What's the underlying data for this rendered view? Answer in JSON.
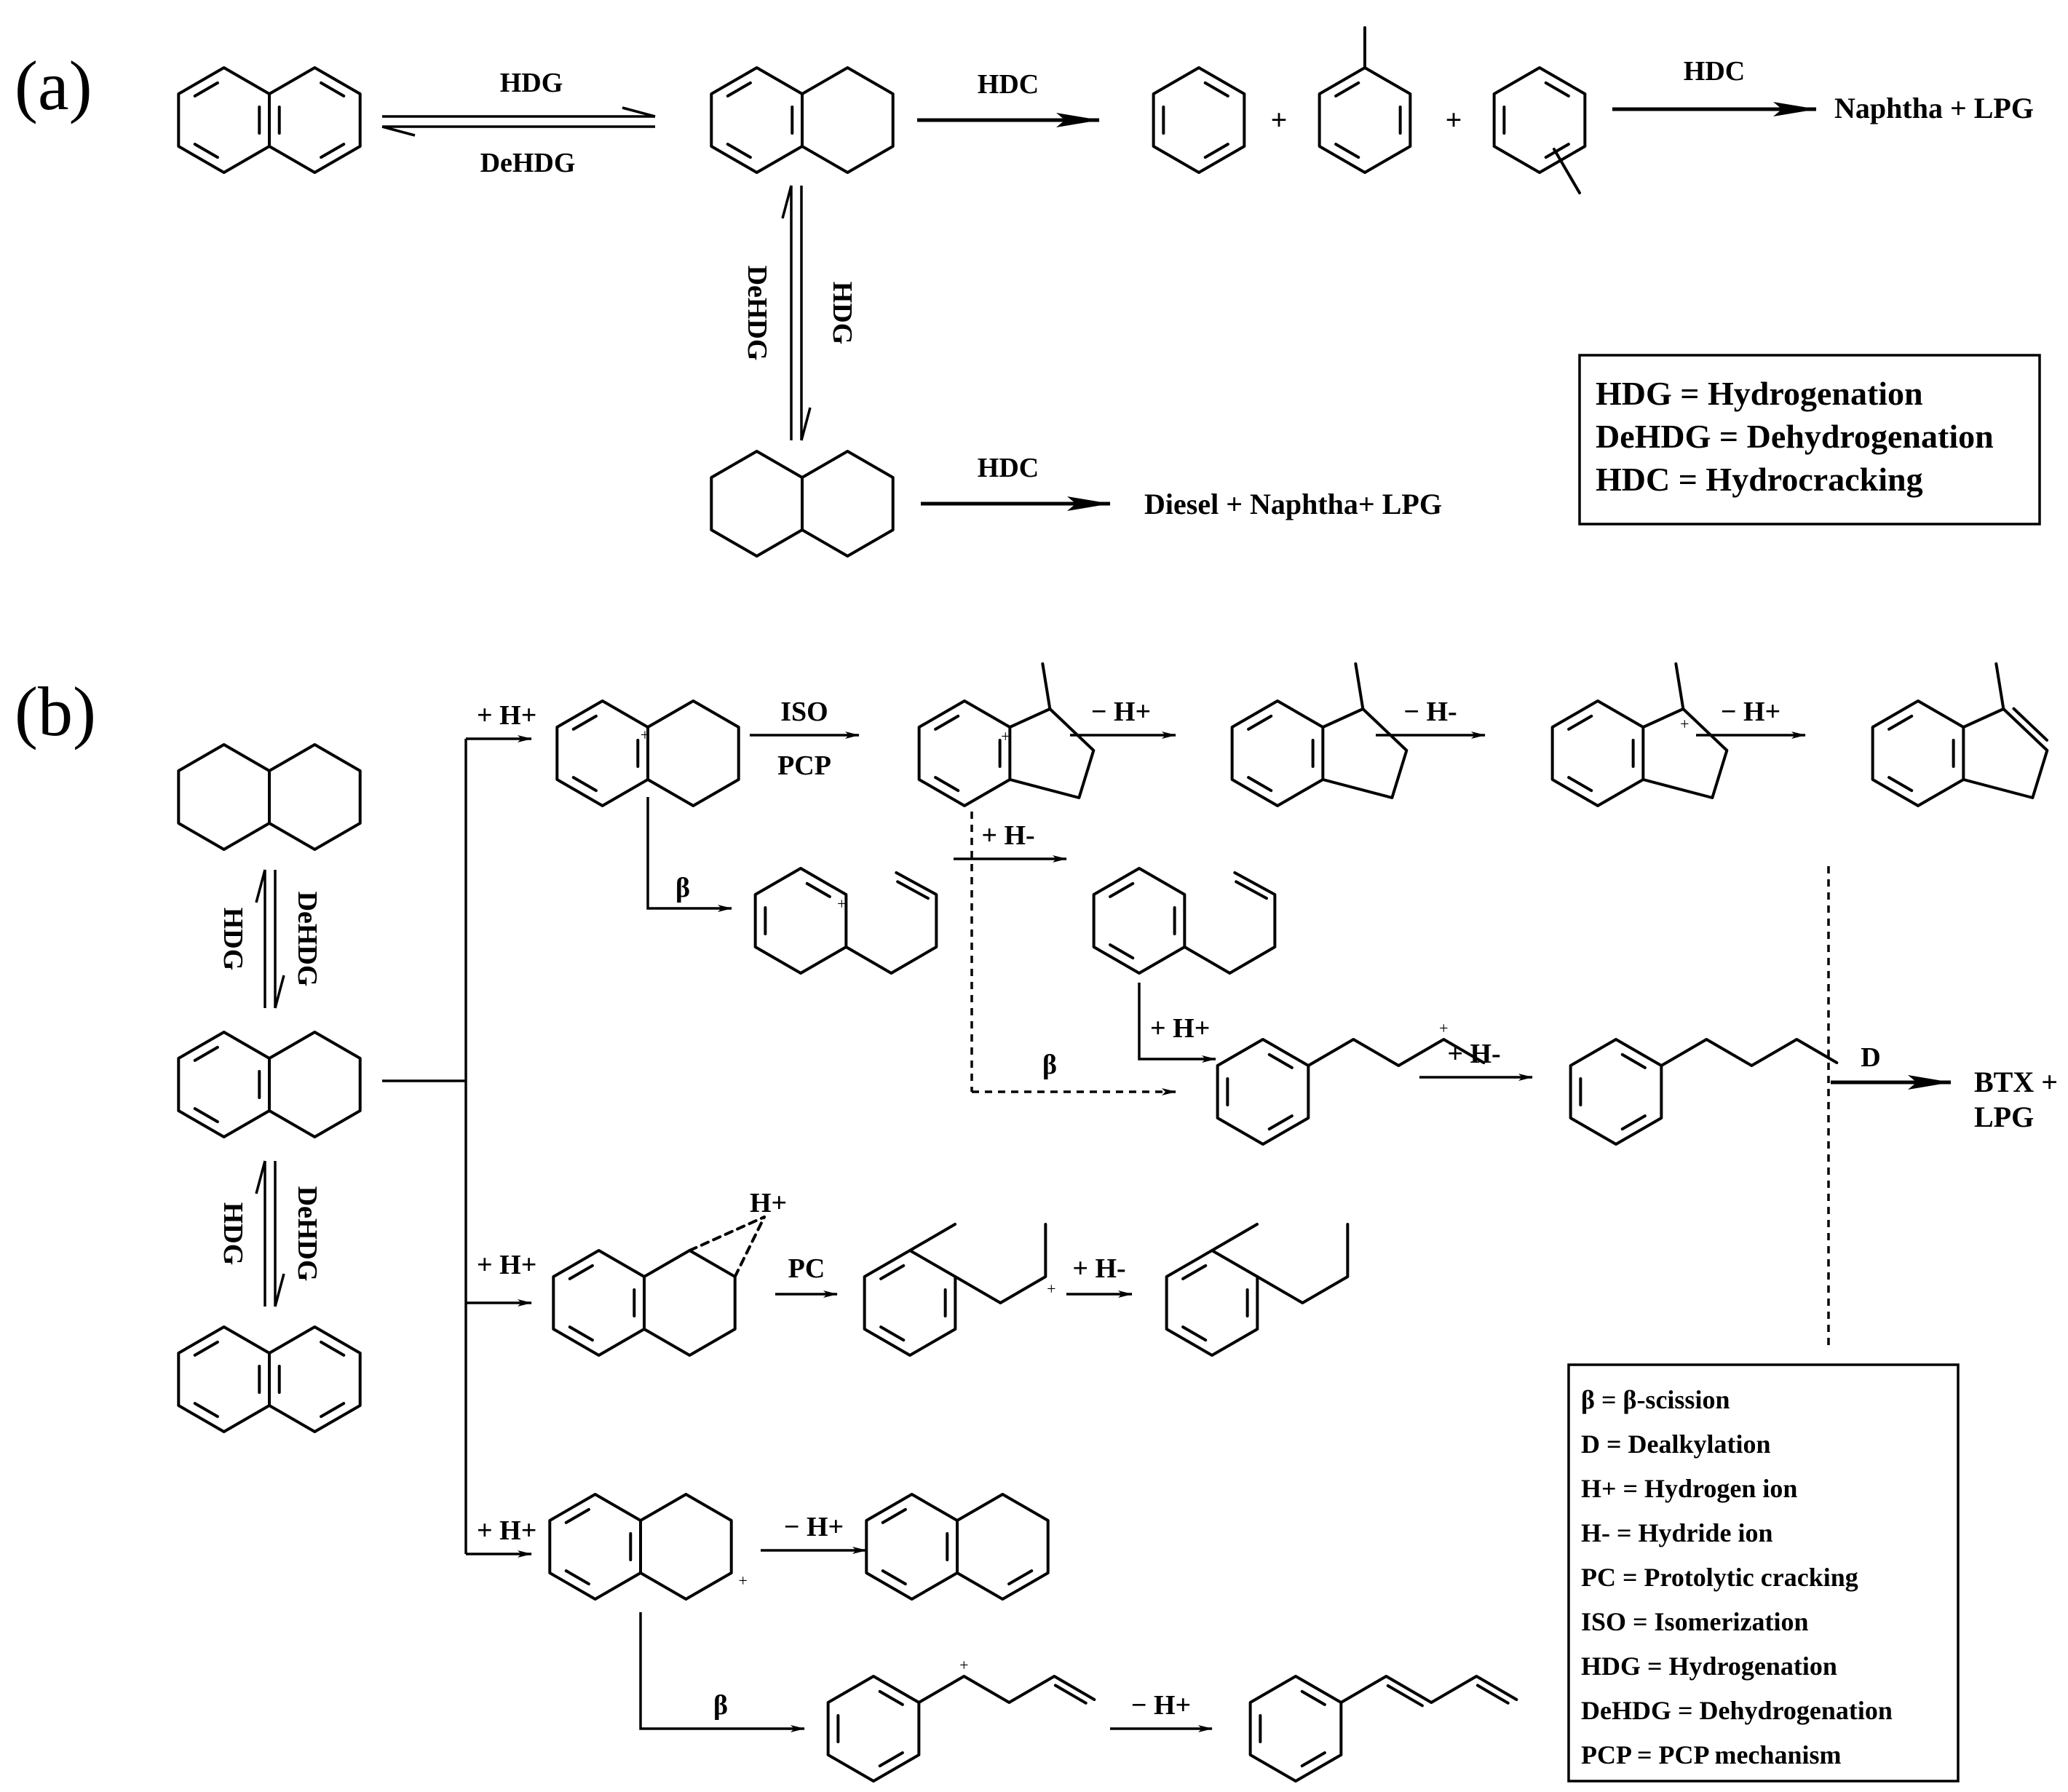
{
  "panel_a": {
    "label": "(a)",
    "arrow_hdg": "HDG",
    "arrow_dehdg": "DeHDG",
    "arrow_hdc_1": "HDC",
    "arrow_hdc_2": "HDC",
    "arrow_hdc_3": "HDC",
    "vert_dehdg": "DeHDG",
    "vert_hdg": "HDG",
    "plus": "+",
    "products_top": "Naphtha + LPG",
    "products_bottom": "Diesel + Naphtha+ LPG",
    "legend": [
      "HDG = Hydrogenation",
      "DeHDG = Dehydrogenation",
      "HDC = Hydrocracking"
    ]
  },
  "panel_b": {
    "label": "(b)",
    "vert_hdg": "HDG",
    "vert_dehdg": "DeHDG",
    "plus_h": "+ H+",
    "iso": "ISO",
    "pcp": "PCP",
    "minus_h_plus": "− H+",
    "minus_h_minus": "− H-",
    "plus_h_minus": "+ H-",
    "plus_h_plus": "+ H+",
    "beta": "β",
    "pc": "PC",
    "h_plus": "H+",
    "d": "D",
    "products_1": "BTX +",
    "products_2": "LPG",
    "legend": [
      "β = β-scission",
      "D = Dealkylation",
      "H+ = Hydrogen ion",
      "H- = Hydride ion",
      "PC = Protolytic cracking",
      "ISO = Isomerization",
      "HDG = Hydrogenation",
      "DeHDG = Dehydrogenation",
      "PCP = PCP mechanism"
    ]
  }
}
